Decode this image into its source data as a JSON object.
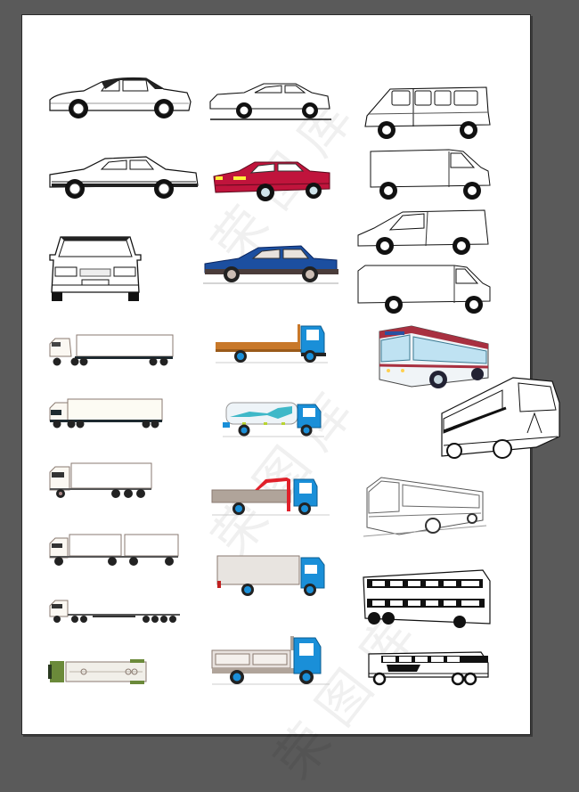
{
  "canvas": {
    "background": "#5a5a5a",
    "artboard_color": "#ffffff",
    "watermark_text": "荣图库"
  },
  "vehicles": {
    "col1": [
      {
        "id": "sedan-lineart-1",
        "type": "sedan",
        "style": "line art"
      },
      {
        "id": "sedan-lineart-2",
        "type": "sedan",
        "style": "line art"
      },
      {
        "id": "car-front-view",
        "type": "sedan front view",
        "style": "line art"
      },
      {
        "id": "semi-trailer-truck",
        "type": "semi truck with box trailer",
        "style": "flat color"
      },
      {
        "id": "box-trailer-truck",
        "type": "truck with trailer",
        "style": "flat color"
      },
      {
        "id": "rigid-box-truck",
        "type": "4-axle box truck",
        "style": "flat color"
      },
      {
        "id": "truck-and-drawbar-trailer",
        "type": "truck with drawbar trailer",
        "style": "flat color"
      },
      {
        "id": "lowboy-trailer-truck",
        "type": "lowboy flatbed trailer",
        "style": "flat color"
      },
      {
        "id": "tanker-top-view",
        "type": "tanker top view",
        "style": "flat color",
        "color": "#6b8a3a"
      }
    ],
    "col2": [
      {
        "id": "sedan-lineart-3",
        "type": "sedan",
        "style": "line art"
      },
      {
        "id": "red-sedan",
        "type": "sedan",
        "style": "color",
        "color": "#c0143c"
      },
      {
        "id": "blue-sedan",
        "type": "sedan",
        "style": "color",
        "color": "#1c4fa0"
      },
      {
        "id": "flatbed-truck-orange",
        "type": "flatbed truck",
        "cab_color": "#1a8fd8",
        "bed_color": "#c8782a"
      },
      {
        "id": "tanker-truck",
        "type": "tanker truck",
        "cab_color": "#1a8fd8",
        "accent": "#3fb8c8"
      },
      {
        "id": "crane-truck",
        "type": "crane truck",
        "cab_color": "#1a8fd8",
        "crane_color": "#e0202a"
      },
      {
        "id": "box-truck-blue",
        "type": "box truck",
        "cab_color": "#1a8fd8"
      },
      {
        "id": "dump-truck-blue",
        "type": "dropside truck",
        "cab_color": "#1a8fd8"
      }
    ],
    "col3": [
      {
        "id": "minibus-van",
        "type": "minibus",
        "style": "line art"
      },
      {
        "id": "cargo-van-1",
        "type": "cargo van",
        "style": "line art"
      },
      {
        "id": "minivan",
        "type": "minivan",
        "style": "line art"
      },
      {
        "id": "cargo-van-2",
        "type": "cargo van",
        "style": "line art"
      },
      {
        "id": "coach-bus-color",
        "type": "coach bus",
        "style": "color",
        "color": "#a83040"
      },
      {
        "id": "double-decker-3d",
        "type": "double decker coach",
        "style": "line art"
      },
      {
        "id": "coach-bus-lineart",
        "type": "coach bus",
        "style": "light line art"
      },
      {
        "id": "double-decker-bus",
        "type": "double decker bus",
        "style": "line art"
      },
      {
        "id": "coach-bus-side",
        "type": "coach bus",
        "style": "line art"
      }
    ]
  }
}
